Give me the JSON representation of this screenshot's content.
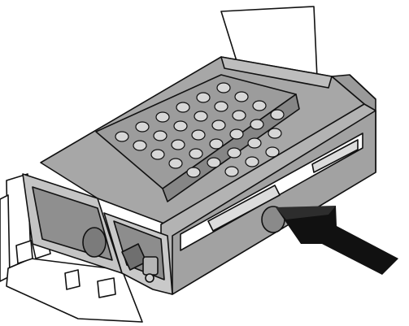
{
  "diagram": {
    "kind": "hardware-installation-illustration",
    "subject": "hard-drive-tray-insertion",
    "action": "push-tray-into-bay",
    "colors": {
      "body": "#a7a7a7",
      "body_light": "#c4c4c4",
      "body_dark": "#858585",
      "outline": "#111111",
      "bay": "#ffffff",
      "arrow": "#111111",
      "background": "#ffffff"
    },
    "icons": [
      "vent-hole",
      "release-latch",
      "push-arrow"
    ]
  }
}
